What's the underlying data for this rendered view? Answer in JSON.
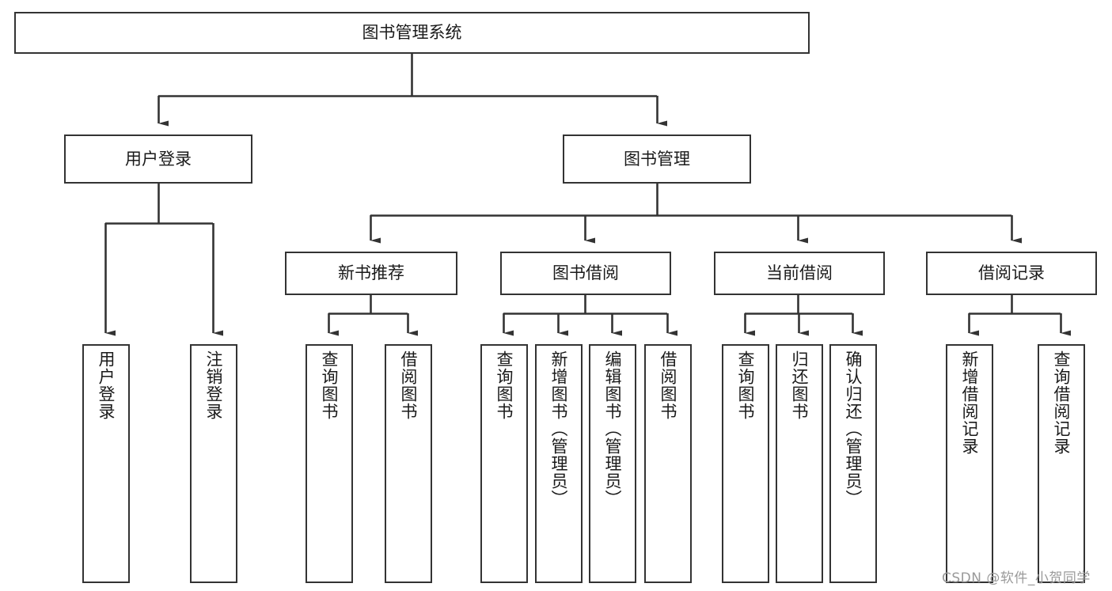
{
  "diagram": {
    "type": "tree",
    "title": "图书管理系统",
    "watermark": "CSDN @软件_小贺同学",
    "colors": {
      "background": "#ffffff",
      "stroke": "#333333",
      "text": "#1a1a1a",
      "watermark": "#9a9a9a"
    },
    "nodes": {
      "root": {
        "label": "图书管理系统",
        "level": 1,
        "orientation": "horizontal"
      },
      "user_login": {
        "label": "用户登录",
        "level": 2,
        "orientation": "horizontal"
      },
      "book_manage": {
        "label": "图书管理",
        "level": 2,
        "orientation": "horizontal"
      },
      "new_book_rec": {
        "label": "新书推荐",
        "level": 3,
        "orientation": "horizontal"
      },
      "book_borrow": {
        "label": "图书借阅",
        "level": 3,
        "orientation": "horizontal"
      },
      "current_borrow": {
        "label": "当前借阅",
        "level": 3,
        "orientation": "horizontal"
      },
      "borrow_record": {
        "label": "借阅记录",
        "level": 3,
        "orientation": "horizontal"
      },
      "leaf_user_login": {
        "label": "用户登录",
        "level": 4,
        "orientation": "vertical"
      },
      "leaf_logout": {
        "label": "注销登录",
        "level": 4,
        "orientation": "vertical"
      },
      "leaf_query_book_1": {
        "label": "查询图书",
        "level": 4,
        "orientation": "vertical"
      },
      "leaf_borrow_book_1": {
        "label": "借阅图书",
        "level": 4,
        "orientation": "vertical"
      },
      "leaf_query_book_2": {
        "label": "查询图书",
        "level": 4,
        "orientation": "vertical"
      },
      "leaf_add_book": {
        "label": "新增图书（管理员）",
        "level": 4,
        "orientation": "vertical"
      },
      "leaf_edit_book": {
        "label": "编辑图书（管理员）",
        "level": 4,
        "orientation": "vertical"
      },
      "leaf_borrow_book_2": {
        "label": "借阅图书",
        "level": 4,
        "orientation": "vertical"
      },
      "leaf_query_book_3": {
        "label": "查询图书",
        "level": 4,
        "orientation": "vertical"
      },
      "leaf_return_book": {
        "label": "归还图书",
        "level": 4,
        "orientation": "vertical"
      },
      "leaf_confirm_return": {
        "label": "确认归还（管理员）",
        "level": 4,
        "orientation": "vertical"
      },
      "leaf_add_record": {
        "label": "新增借阅记录",
        "level": 4,
        "orientation": "vertical"
      },
      "leaf_query_record": {
        "label": "查询借阅记录",
        "level": 4,
        "orientation": "vertical"
      }
    },
    "edges": [
      {
        "from": "root",
        "to": "user_login"
      },
      {
        "from": "root",
        "to": "book_manage"
      },
      {
        "from": "user_login",
        "to": "leaf_user_login"
      },
      {
        "from": "user_login",
        "to": "leaf_logout"
      },
      {
        "from": "book_manage",
        "to": "new_book_rec"
      },
      {
        "from": "book_manage",
        "to": "book_borrow"
      },
      {
        "from": "book_manage",
        "to": "current_borrow"
      },
      {
        "from": "book_manage",
        "to": "borrow_record"
      },
      {
        "from": "new_book_rec",
        "to": "leaf_query_book_1"
      },
      {
        "from": "new_book_rec",
        "to": "leaf_borrow_book_1"
      },
      {
        "from": "book_borrow",
        "to": "leaf_query_book_2"
      },
      {
        "from": "book_borrow",
        "to": "leaf_add_book"
      },
      {
        "from": "book_borrow",
        "to": "leaf_edit_book"
      },
      {
        "from": "book_borrow",
        "to": "leaf_borrow_book_2"
      },
      {
        "from": "current_borrow",
        "to": "leaf_query_book_3"
      },
      {
        "from": "current_borrow",
        "to": "leaf_return_book"
      },
      {
        "from": "current_borrow",
        "to": "leaf_confirm_return"
      },
      {
        "from": "borrow_record",
        "to": "leaf_add_record"
      },
      {
        "from": "borrow_record",
        "to": "leaf_query_record"
      }
    ]
  }
}
